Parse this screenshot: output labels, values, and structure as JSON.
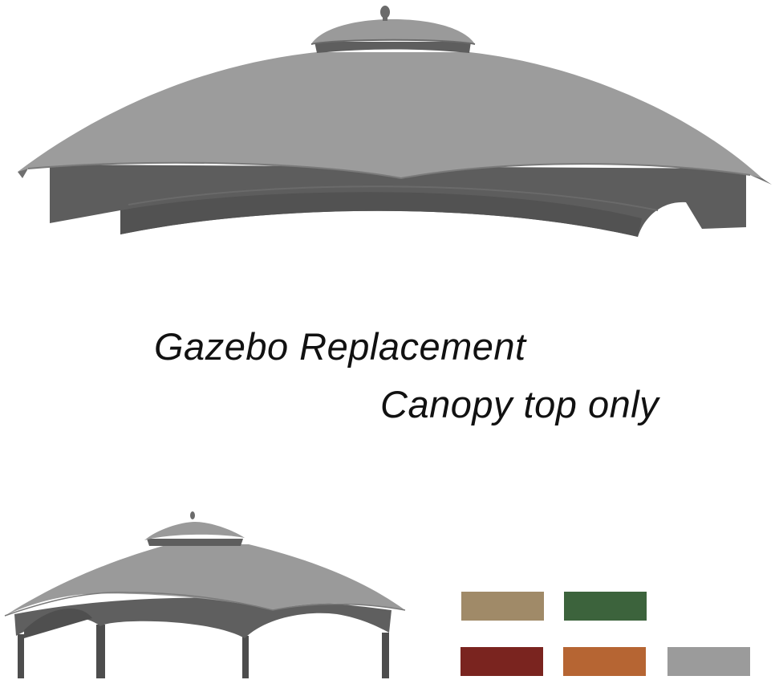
{
  "image": {
    "description": "Product listing image for a gazebo replacement canopy",
    "headline": {
      "line1": "Gazebo Replacement",
      "line2": "Canopy top only"
    },
    "illustrations": [
      {
        "name": "canopy-top-only",
        "fabric_color": "#9b9b9b",
        "valance_color": "#5e5e5e"
      },
      {
        "name": "gazebo-assembled",
        "fabric_color": "#9a9a9a",
        "valance_color": "#5f5f5f",
        "frame_color": "#4d4d4d"
      }
    ],
    "color_options": [
      {
        "name": "tan",
        "hex": "#a08a68"
      },
      {
        "name": "green",
        "hex": "#3c633c"
      },
      {
        "name": "red",
        "hex": "#7a241f"
      },
      {
        "name": "orange",
        "hex": "#b66533"
      },
      {
        "name": "gray",
        "hex": "#9b9b9b"
      }
    ]
  }
}
